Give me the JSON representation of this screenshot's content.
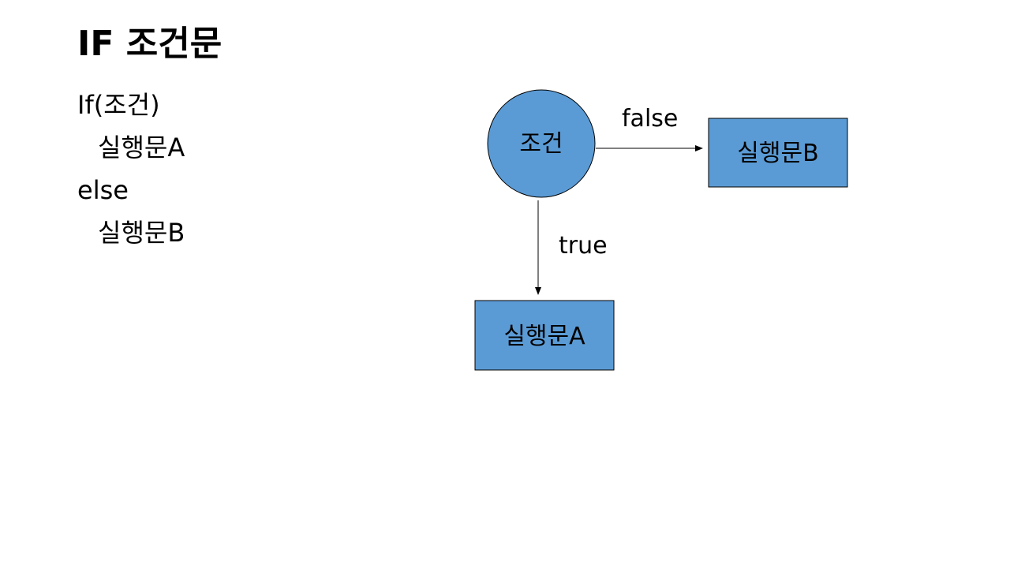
{
  "slide": {
    "title": "IF 조건문",
    "code": [
      {
        "text": "If(조건)",
        "indent": false
      },
      {
        "text": "실행문A",
        "indent": true
      },
      {
        "text": "else",
        "indent": false
      },
      {
        "text": "실행문B",
        "indent": true
      }
    ]
  },
  "diagram": {
    "condition_label": "조건",
    "false_label": "false",
    "true_label": "true",
    "box_false_label": "실행문B",
    "box_true_label": "실행문A",
    "colors": {
      "fill": "#5b9bd5",
      "stroke": "#000000"
    }
  }
}
